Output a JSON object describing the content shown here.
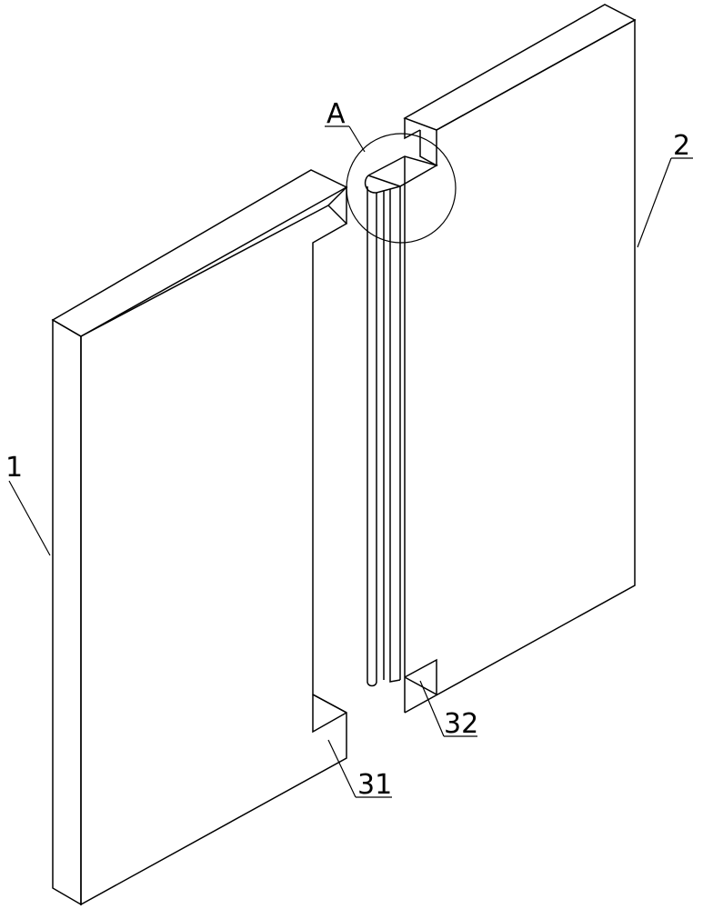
{
  "labels": {
    "panel_left": "1",
    "panel_right": "2",
    "detail": "A",
    "notch_left": "31",
    "notch_right": "32"
  },
  "colors": {
    "stroke": "#000000",
    "background": "#ffffff"
  }
}
